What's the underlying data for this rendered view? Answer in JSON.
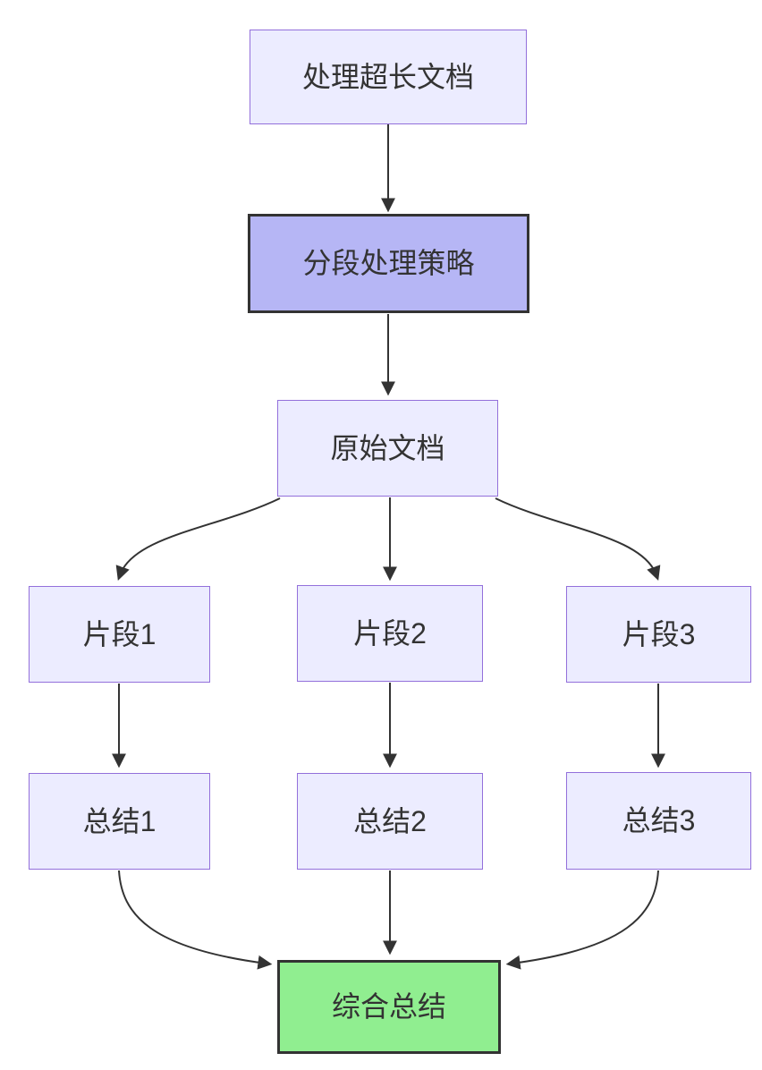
{
  "diagram": {
    "type": "flowchart",
    "direction": "top-down",
    "colors": {
      "background": "#FFFFFF",
      "node_fill": "#ECECFF",
      "node_border": "#9370DB",
      "highlight_fill": "#B6B6F5",
      "success_fill": "#90EE90",
      "strong_border": "#333333",
      "edge_color": "#333333",
      "text_color": "#333333"
    },
    "nodes": {
      "task": {
        "label": "处理超长文档",
        "style": "default"
      },
      "strategy": {
        "label": "分段处理策略",
        "style": "highlight"
      },
      "source": {
        "label": "原始文档",
        "style": "default"
      },
      "seg1": {
        "label": "片段1",
        "style": "default"
      },
      "seg2": {
        "label": "片段2",
        "style": "default"
      },
      "seg3": {
        "label": "片段3",
        "style": "default"
      },
      "sum1": {
        "label": "总结1",
        "style": "default"
      },
      "sum2": {
        "label": "总结2",
        "style": "default"
      },
      "sum3": {
        "label": "总结3",
        "style": "default"
      },
      "final": {
        "label": "综合总结",
        "style": "success"
      }
    },
    "edges": [
      {
        "from": "task",
        "to": "strategy"
      },
      {
        "from": "strategy",
        "to": "source"
      },
      {
        "from": "source",
        "to": "seg1"
      },
      {
        "from": "source",
        "to": "seg2"
      },
      {
        "from": "source",
        "to": "seg3"
      },
      {
        "from": "seg1",
        "to": "sum1"
      },
      {
        "from": "seg2",
        "to": "sum2"
      },
      {
        "from": "seg3",
        "to": "sum3"
      },
      {
        "from": "sum1",
        "to": "final"
      },
      {
        "from": "sum2",
        "to": "final"
      },
      {
        "from": "sum3",
        "to": "final"
      }
    ]
  }
}
